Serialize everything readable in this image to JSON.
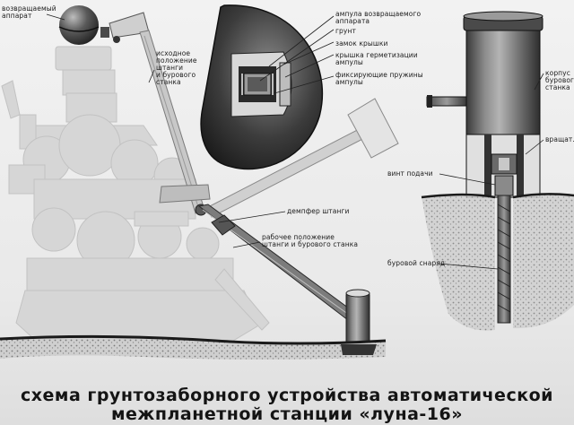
{
  "labels": {
    "return_capsule": "возвращаемый\nаппарат",
    "initial_position": "исходное\nположение\nштанги\nи бурового\nстанка",
    "capsule_ampoule": "ампула возвращаемого\nаппарата",
    "soil": "грунт",
    "cover_lock": "замок крышки",
    "sealing_cover": "крышка герметизации\nампулы",
    "fixing_springs": "фиксирующие пружины\nампулы",
    "rod_damper": "демпфер штанги",
    "working_position": "рабочее положение\nштанги и бурового станка",
    "housing": "корпус\nбурового\nстанка",
    "rotation": "вращат...",
    "feed_screw": "винт подачи",
    "drill_bit": "буровой снаряд"
  },
  "caption": {
    "line1": "схема грунтозаборного устройства автоматической",
    "line2": "межпланетной станции «луна-16»"
  }
}
